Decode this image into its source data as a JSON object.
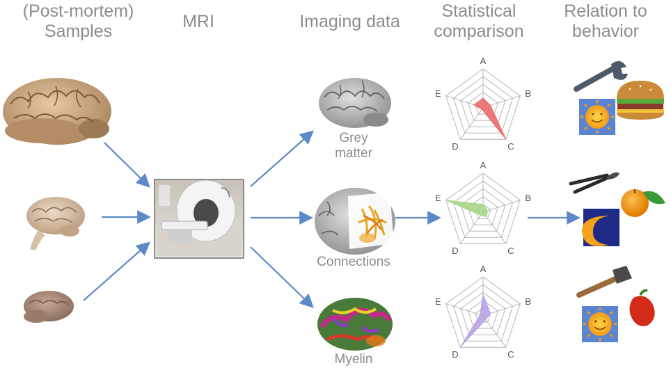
{
  "headers": {
    "samples_line1": "(Post-mortem)",
    "samples_line2": "Samples",
    "mri": "MRI",
    "imaging": "Imaging data",
    "stat_line1": "Statistical",
    "stat_line2": "comparison",
    "behavior_line1": "Relation to",
    "behavior_line2": "behavior"
  },
  "imaging_items": [
    {
      "line1": "Grey",
      "line2": "matter"
    },
    {
      "line1": "Connections"
    },
    {
      "line1": "Myelin"
    }
  ],
  "radar_axes": [
    "A",
    "B",
    "C",
    "D",
    "E"
  ],
  "radar_charts": [
    {
      "values": [
        0.25,
        0.2,
        1.0,
        0.05,
        0.25
      ],
      "color": "#e97070"
    },
    {
      "values": [
        0.2,
        0.12,
        0.15,
        0.1,
        1.0
      ],
      "color": "#a8d88a"
    },
    {
      "values": [
        0.55,
        0.2,
        0.12,
        1.0,
        0.08
      ],
      "color": "#b9a6e6"
    }
  ],
  "colors": {
    "arrow": "#5b8ac6",
    "header_text": "#8c8c8c",
    "grid": "#b5b5b5"
  },
  "icons": [
    "brain-human-icon",
    "brain-chimp-icon",
    "brain-macaque-icon",
    "mri-scanner-icon",
    "grey-matter-brain-icon",
    "connections-brain-icon",
    "myelin-brain-icon",
    "wrench-icon",
    "burger-icon",
    "sun-icon",
    "pliers-icon",
    "orange-icon",
    "moon-icon",
    "hammer-icon",
    "pepper-icon"
  ]
}
